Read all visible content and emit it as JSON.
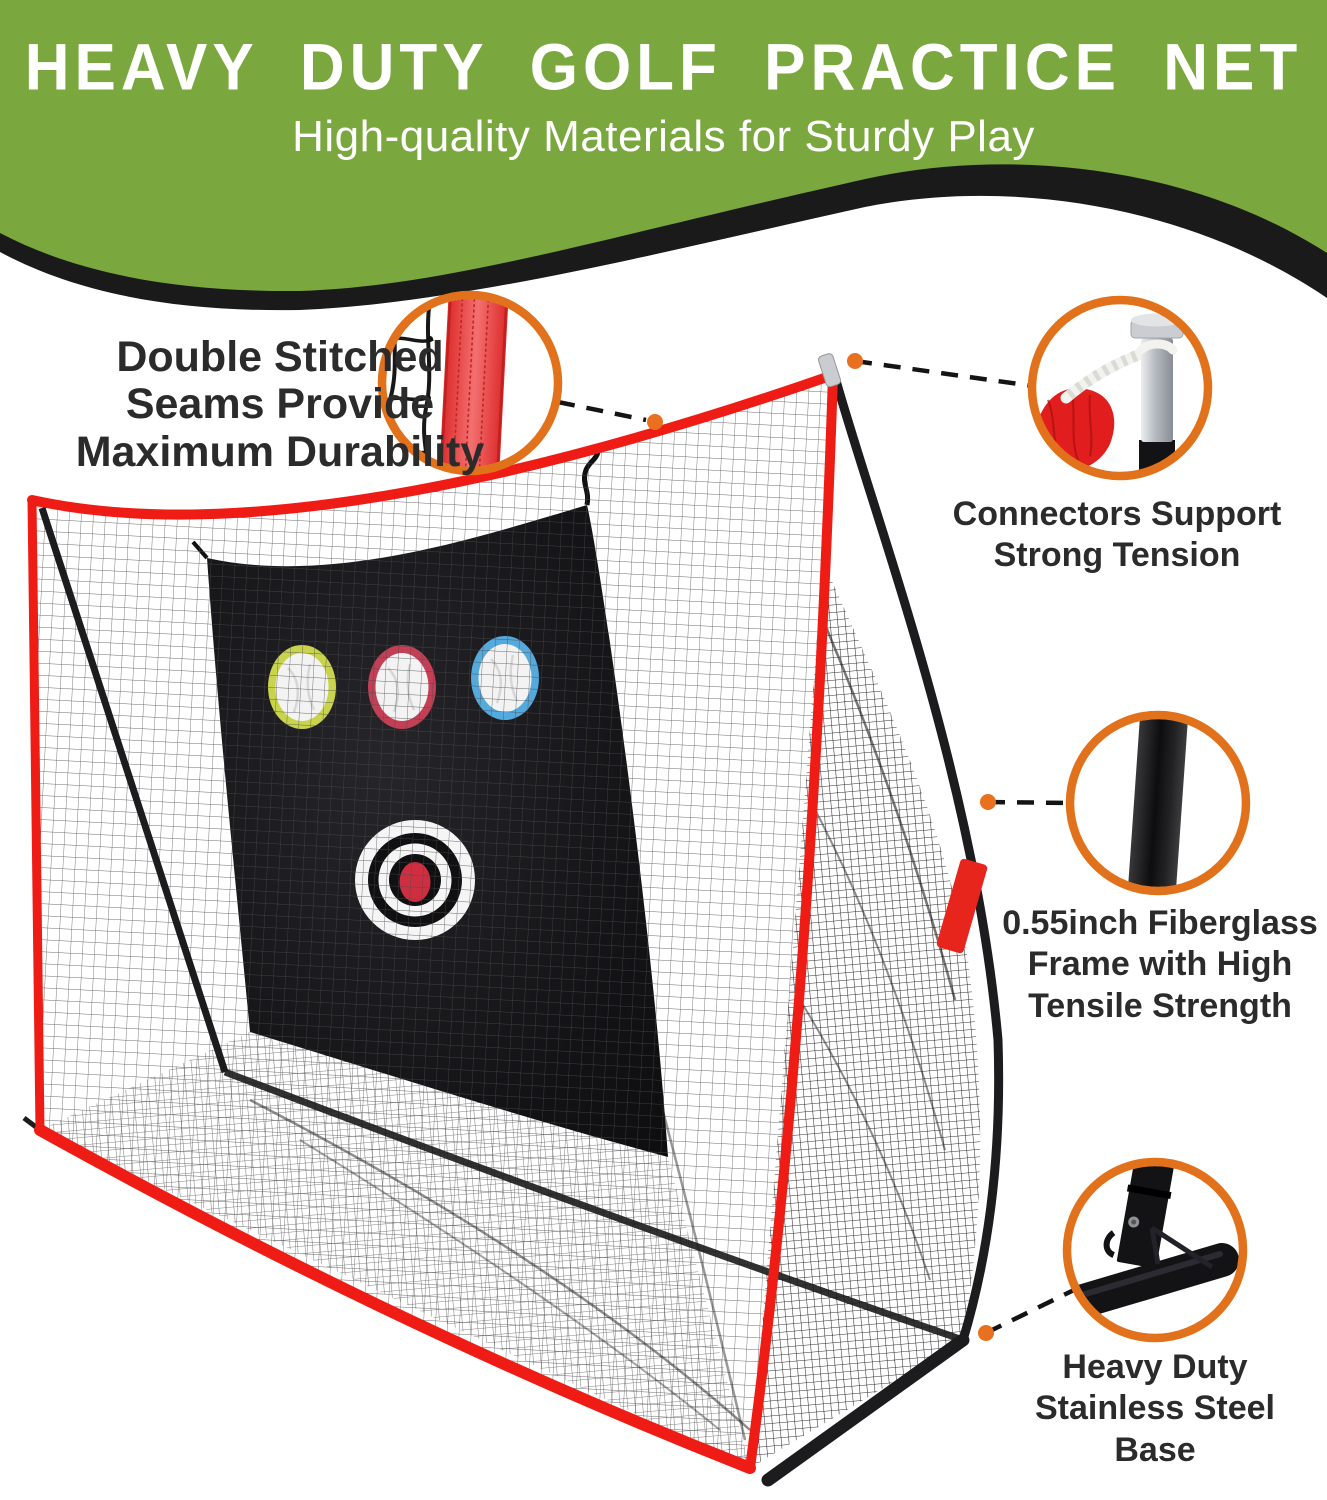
{
  "header": {
    "title": "HEAVY DUTY GOLF PRACTICE NET",
    "subtitle": "High-quality Materials for Sturdy Play"
  },
  "callouts": {
    "seams": {
      "label": "Double Stitched\nSeams Provide\nMaximum Durability"
    },
    "connectors": {
      "label": "Connectors Support\nStrong Tension"
    },
    "frame": {
      "label": "0.55inch Fiberglass\nFrame with High\nTensile Strength"
    },
    "base": {
      "label": "Heavy Duty\nStainless Steel\nBase"
    }
  },
  "colors": {
    "header_green": "#7aa73e",
    "swoosh_black": "#1a1a1a",
    "accent_orange": "#e2711c",
    "frame_red": "#ee1c15",
    "text_dark": "#2b2b2b",
    "pocket_yellow": "#c9d44c",
    "pocket_red": "#c23f55",
    "pocket_blue": "#54a9dd",
    "bullseye_red": "#ce2e40"
  }
}
